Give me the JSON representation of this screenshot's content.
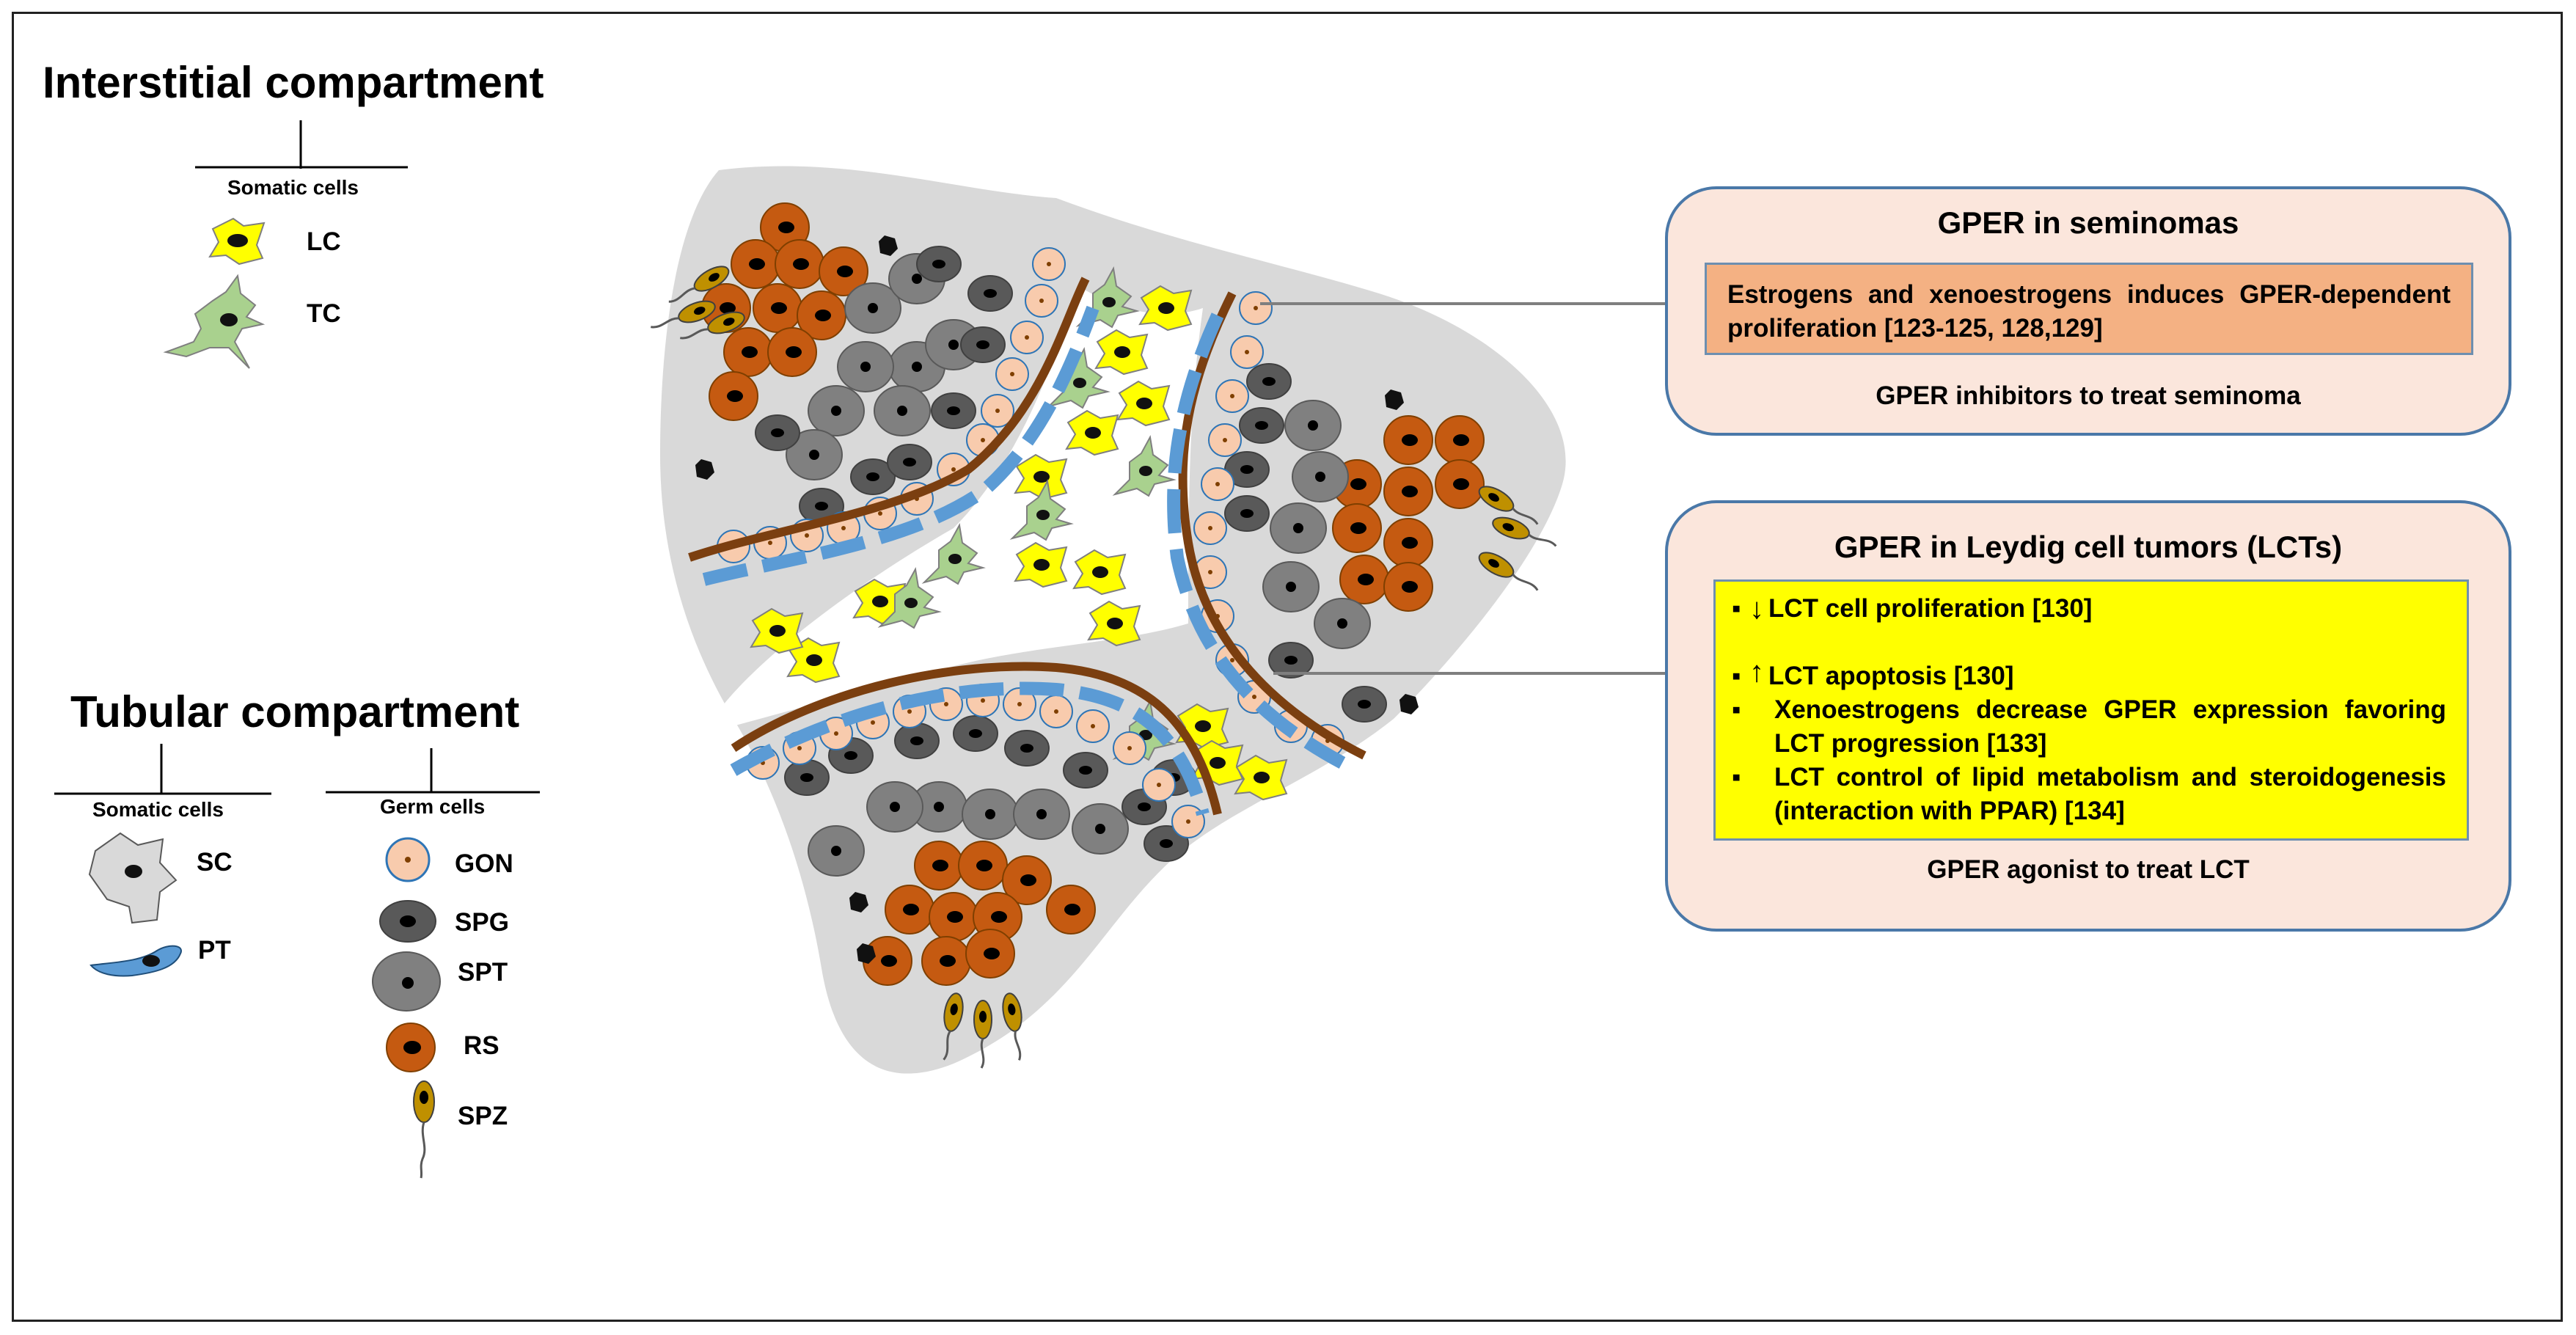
{
  "interstitial": {
    "title": "Interstitial compartment",
    "somatic_label": "Somatic cells",
    "items": [
      {
        "abbr": "LC",
        "icon": "leydig-cell-icon",
        "color": "#ffff00"
      },
      {
        "abbr": "TC",
        "icon": "telocyte-icon",
        "color": "#a9d18e"
      }
    ]
  },
  "tubular": {
    "title": "Tubular compartment",
    "somatic_label": "Somatic cells",
    "germ_label": "Germ cells",
    "somatic_items": [
      {
        "abbr": "SC",
        "icon": "sertoli-cell-icon",
        "color": "#d9d9d9"
      },
      {
        "abbr": "PT",
        "icon": "peritubular-cell-icon",
        "color": "#5b9bd5"
      }
    ],
    "germ_items": [
      {
        "abbr": "GON",
        "icon": "gonocyte-icon",
        "color": "#f8cbad"
      },
      {
        "abbr": "SPG",
        "icon": "spermatogonia-icon",
        "color": "#595959"
      },
      {
        "abbr": "SPT",
        "icon": "spermatocyte-icon",
        "color": "#808080"
      },
      {
        "abbr": "RS",
        "icon": "round-spermatid-icon",
        "color": "#c55a11"
      },
      {
        "abbr": "SPZ",
        "icon": "spermatozoa-icon",
        "color": "#bf9000"
      }
    ]
  },
  "seminoma_box": {
    "title": "GPER in seminomas",
    "content": "Estrogens and xenoestrogens induces GPER-dependent proliferation [123-125, 128,129]",
    "footer": "GPER inhibitors to treat seminoma",
    "fill": "#f4b183"
  },
  "lct_box": {
    "title": "GPER in Leydig cell tumors (LCTs)",
    "items": [
      {
        "bullet": "▪",
        "arrow": "↓",
        "text": "LCT cell proliferation [130]"
      },
      {
        "bullet": "▪",
        "arrow": "↑",
        "text": "LCT apoptosis [130]"
      },
      {
        "bullet": "▪",
        "arrow": "",
        "text": "Xenoestrogens decrease GPER expression favoring LCT progression [133]"
      },
      {
        "bullet": "▪",
        "arrow": "",
        "text": "LCT control of lipid metabolism and steroidogenesis (interaction with PPAR) [134]"
      }
    ],
    "footer": "GPER agonist to treat LCT",
    "fill": "#ffff00"
  },
  "colors": {
    "box_border": "#4a78a8",
    "box_fill": "#fbe6dc",
    "basement_membrane": "#7b3f10",
    "tubule_background": "#d9d9d9"
  }
}
